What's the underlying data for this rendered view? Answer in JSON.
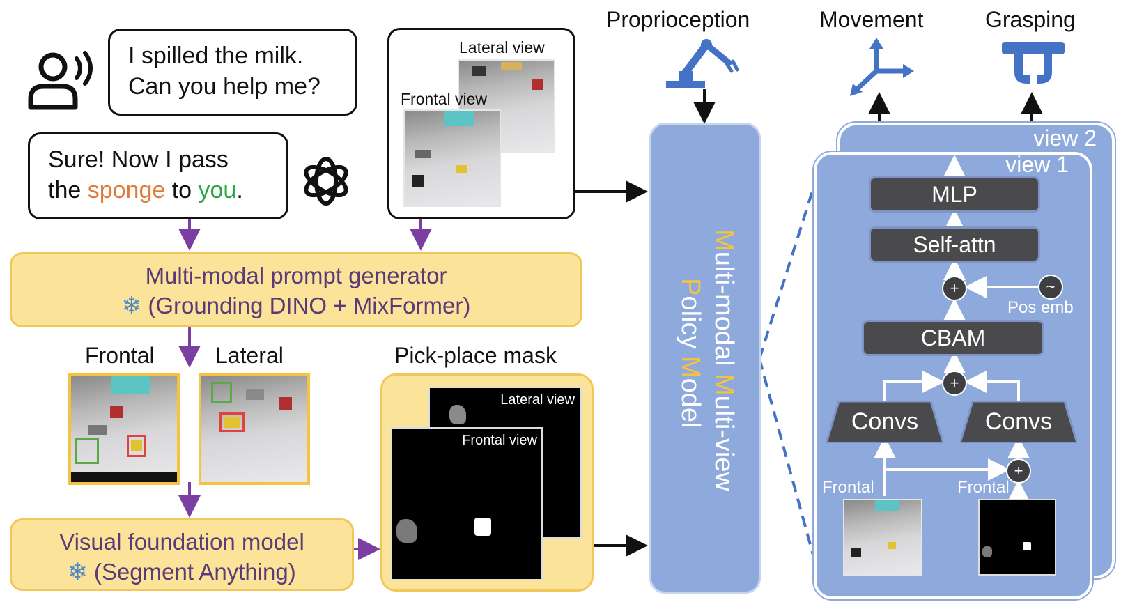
{
  "chat": {
    "user_line1": "I spilled the milk.",
    "user_line2": "Can you help me?",
    "bot_line1": "Sure! Now I pass",
    "bot_pre": "the ",
    "bot_object": "sponge",
    "bot_mid": " to ",
    "bot_target": "you",
    "bot_end": "."
  },
  "views": {
    "lateral": "Lateral view",
    "frontal": "Frontal view"
  },
  "prompt_generator": {
    "title": "Multi-modal prompt generator",
    "subtitle": "(Grounding DINO + MixFormer)"
  },
  "detections": {
    "frontal": "Frontal",
    "lateral": "Lateral"
  },
  "mask": {
    "title": "Pick-place mask",
    "lateral": "Lateral view",
    "frontal": "Frontal view"
  },
  "foundation": {
    "title": "Visual foundation model",
    "subtitle": "(Segment Anything)"
  },
  "policy": {
    "line1": [
      "M",
      "ulti-modal ",
      "M",
      "ulti-view"
    ],
    "line2": [
      "P",
      "olicy ",
      "M",
      "odel"
    ]
  },
  "outputs": {
    "proprioception": "Proprioception",
    "movement": "Movement",
    "grasping": "Grasping"
  },
  "arch": {
    "view2": "view 2",
    "view1": "view 1",
    "mlp": "MLP",
    "self_attn": "Self-attn",
    "cbam": "CBAM",
    "conv_left": "Convs",
    "conv_right": "Convs",
    "pos_emb": "Pos emb",
    "pos_symbol": "~",
    "plus": "+",
    "frontal_left": "Frontal",
    "frontal_right": "Frontal"
  },
  "colors": {
    "yellow_box": "#fbe39a",
    "purple_text": "#5b3a78",
    "purple_arrow": "#7a3fa0",
    "blue_panel": "#8ea9dc",
    "dark_block": "#4a4a4d",
    "orange": "#e07b39",
    "green": "#27a844",
    "accent_gold": "#f5c242",
    "icon_blue": "#4472c4"
  }
}
